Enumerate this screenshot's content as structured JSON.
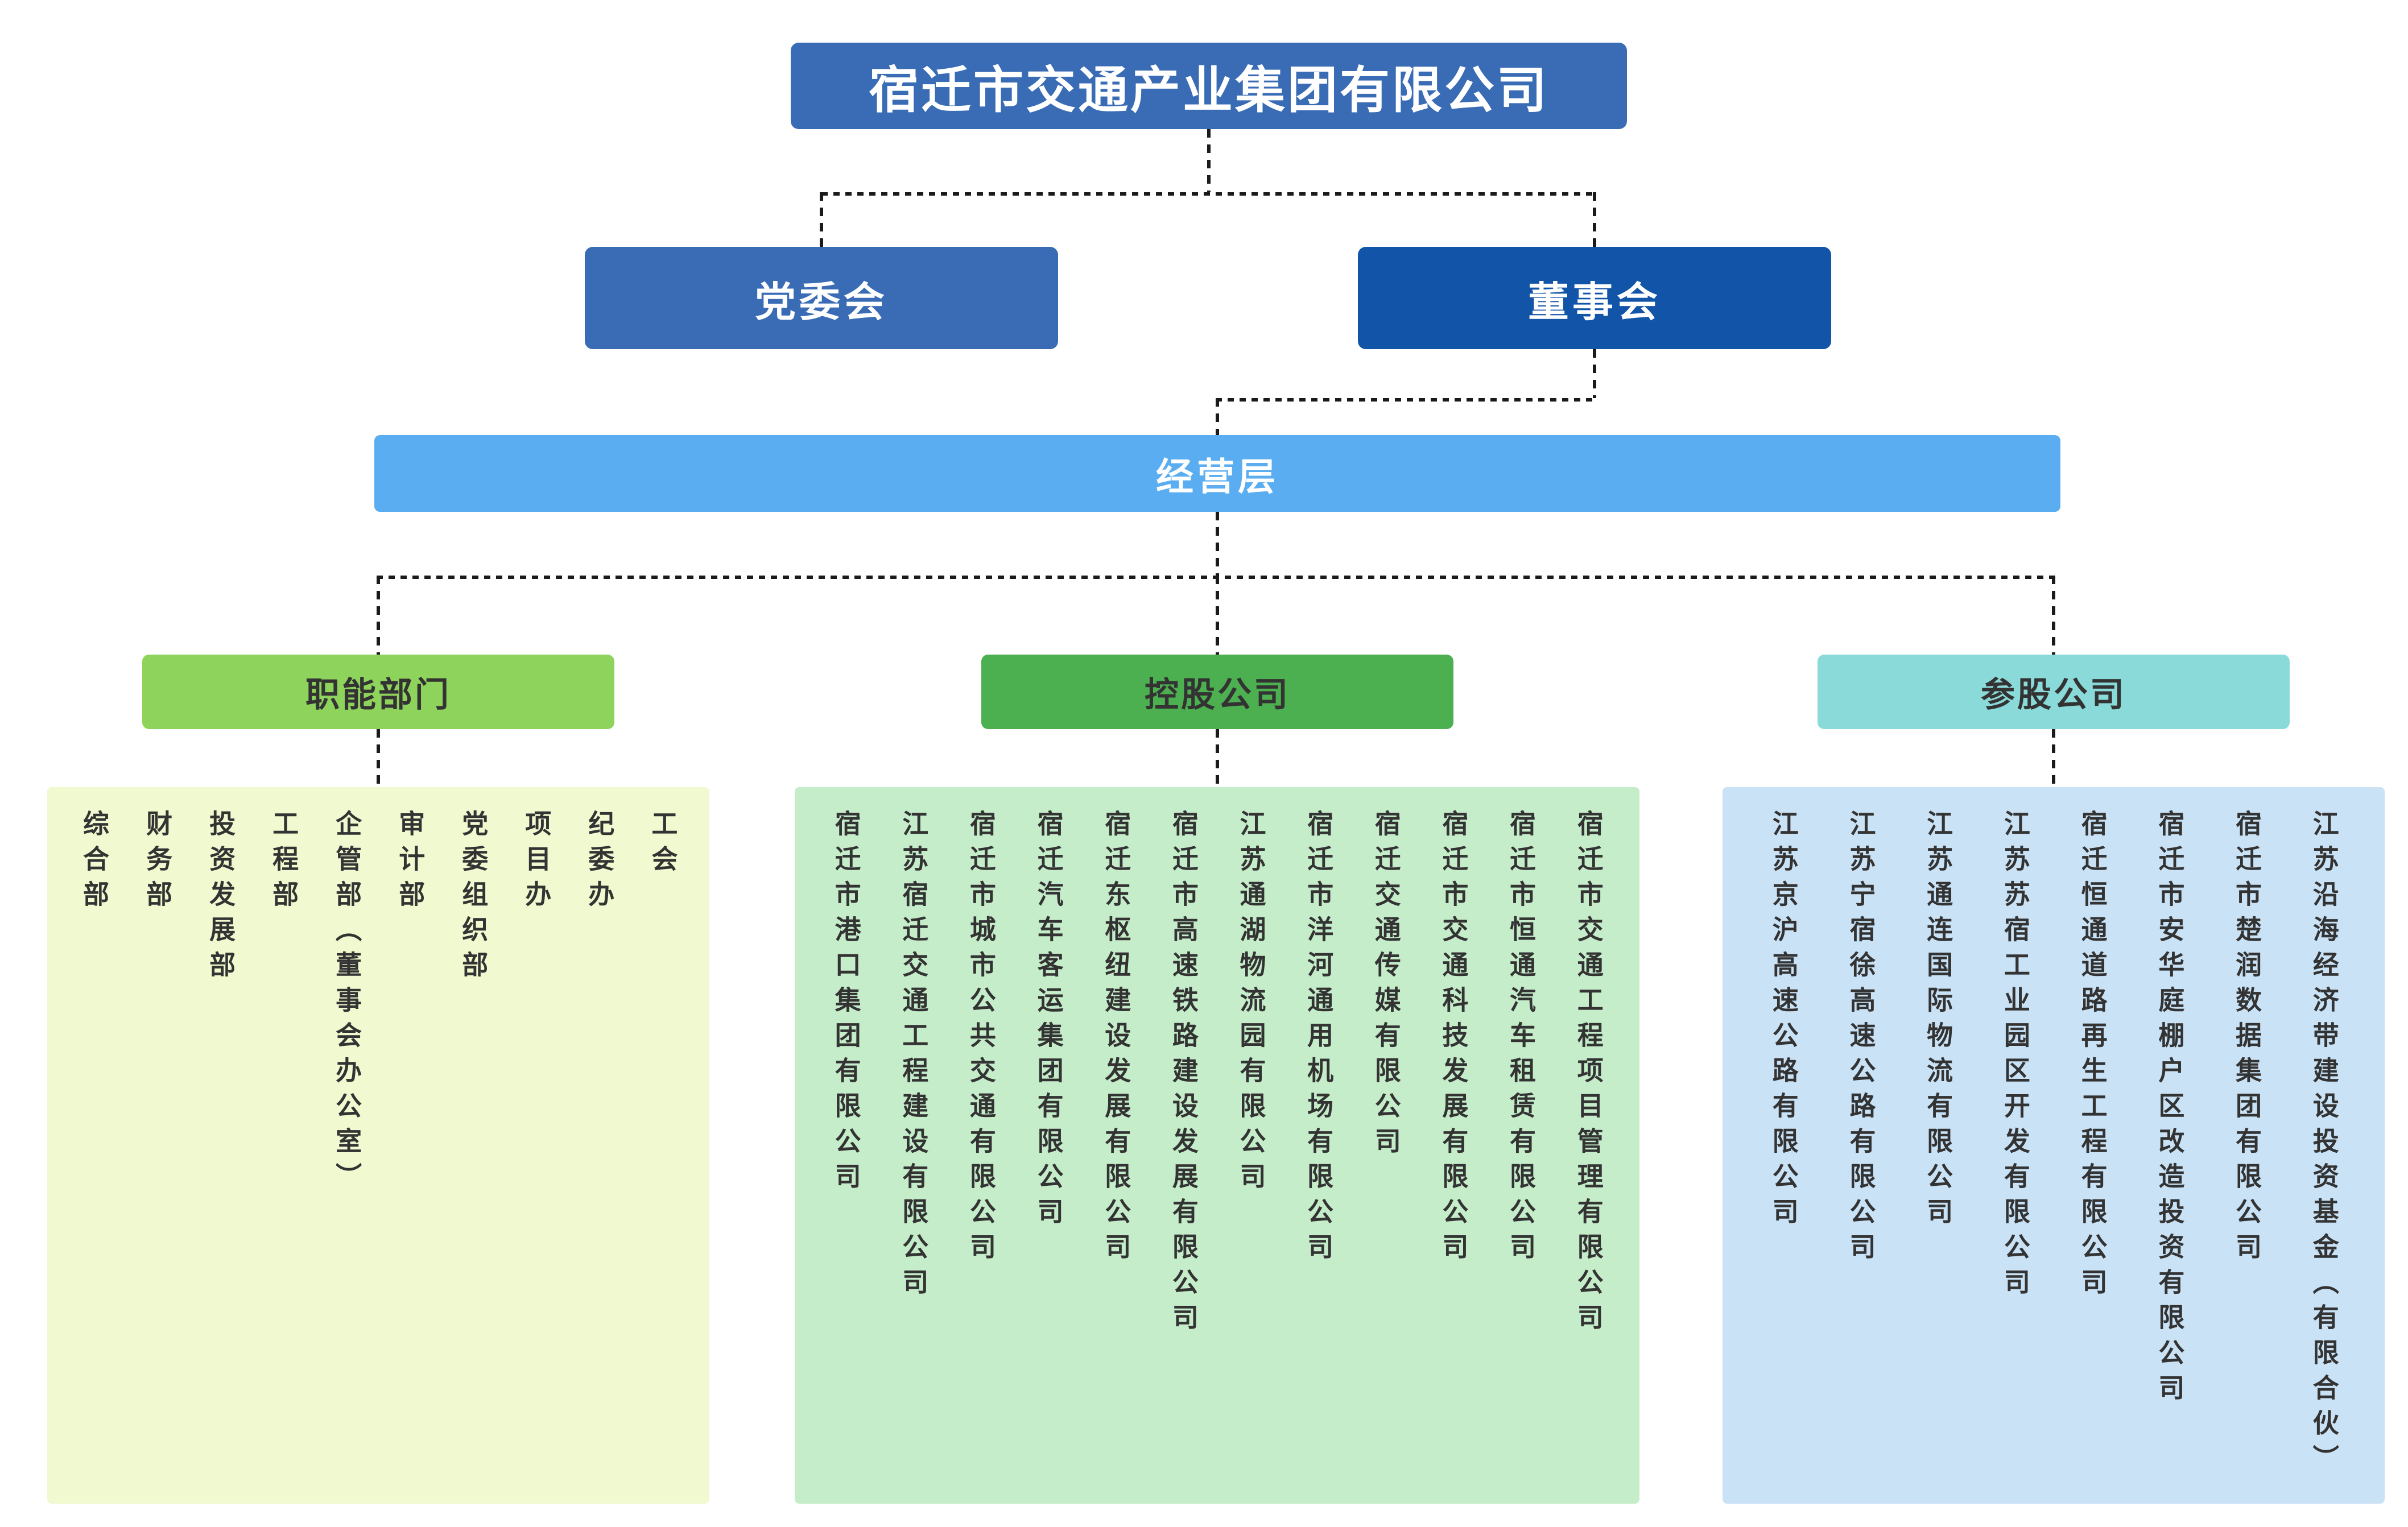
{
  "page": {
    "background": "#ffffff",
    "connector_color": "#1a1a1a"
  },
  "org": {
    "root": {
      "label": "宿迁市交通产业集团有限公司",
      "color": "#3a6cb5"
    },
    "governance": [
      {
        "label": "党委会",
        "color": "#3a6cb5"
      },
      {
        "label": "董事会",
        "color": "#1254a8"
      }
    ],
    "management": {
      "label": "经营层",
      "color": "#5aadf0"
    },
    "groups": [
      {
        "label": "职能部门",
        "header_color": "#8ed45c",
        "panel_color": "#f0f9cf",
        "items": [
          "综合部",
          "财务部",
          "投资发展部",
          "工程部",
          "企管部（董事会办公室）",
          "审计部",
          "党委组织部",
          "项目办",
          "纪委办",
          "工会"
        ]
      },
      {
        "label": "控股公司",
        "header_color": "#4caf50",
        "panel_color": "#c5edca",
        "items": [
          "宿迁市港口集团有限公司",
          "江苏宿迁交通工程建设有限公司",
          "宿迁市城市公共交通有限公司",
          "宿迁汽车客运集团有限公司",
          "宿迁东枢纽建设发展有限公司",
          "宿迁市高速铁路建设发展有限公司",
          "江苏通湖物流园有限公司",
          "宿迁市洋河通用机场有限公司",
          "宿迁交通传媒有限公司",
          "宿迁市交通科技发展有限公司",
          "宿迁市恒通汽车租赁有限公司",
          "宿迁市交通工程项目管理有限公司"
        ]
      },
      {
        "label": "参股公司",
        "header_color": "#8adada",
        "panel_color": "#c9e2f6",
        "items": [
          "江苏京沪高速公路有限公司",
          "江苏宁宿徐高速公路有限公司",
          "江苏通连国际物流有限公司",
          "江苏苏宿工业园区开发有限公司",
          "宿迁恒通道路再生工程有限公司",
          "宿迁市安华庭棚户区改造投资有限公司",
          "宿迁市楚润数据集团有限公司",
          "江苏沿海经济带建设投资基金（有限合伙）"
        ]
      }
    ]
  }
}
